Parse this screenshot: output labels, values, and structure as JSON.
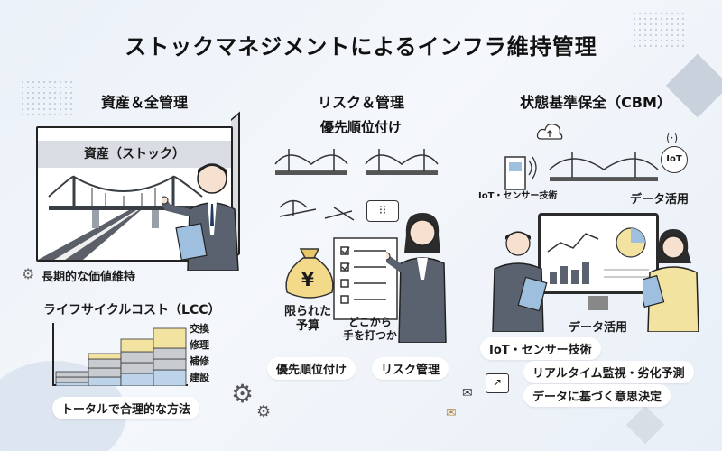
{
  "title": "ストックマネジメントによるインフラ維持管理",
  "left": {
    "heading": "資産＆全管理",
    "board_label": "資産（ストック）",
    "long_term": "長期的な価値維持",
    "lcc_title": "ライフサイクルコスト（LCC）",
    "lcc_layers": [
      "交換",
      "修理",
      "補修",
      "建設"
    ],
    "footer": "トータルで合理的な方法"
  },
  "middle": {
    "heading": "リスク＆管理",
    "subheading": "優先順位付け",
    "money_symbol": "¥",
    "limited_budget": [
      "限られた",
      "予算"
    ],
    "where_to_act": [
      "どこから",
      "手を打つか"
    ],
    "tag_priority": "優先順位付け",
    "tag_risk": "リスク管理"
  },
  "right": {
    "heading": "状態基準保全（CBM）",
    "iot_badge": "IoT",
    "iot_sensor_small": "IoT・センサー技術",
    "data_use_top": "データ活用",
    "data_use_mid": "データ活用",
    "tag_iot": "IoT・センサー技術",
    "tag_monitor": "リアルタイム監視・劣化予測",
    "tag_decision": "データに基づく意思決定"
  },
  "colors": {
    "yellow": "#f3e3a0",
    "gray": "#c8cbd0",
    "blue": "#bcd3ea",
    "suit": "#5a6270",
    "accent_blue": "#9fbfdf"
  }
}
